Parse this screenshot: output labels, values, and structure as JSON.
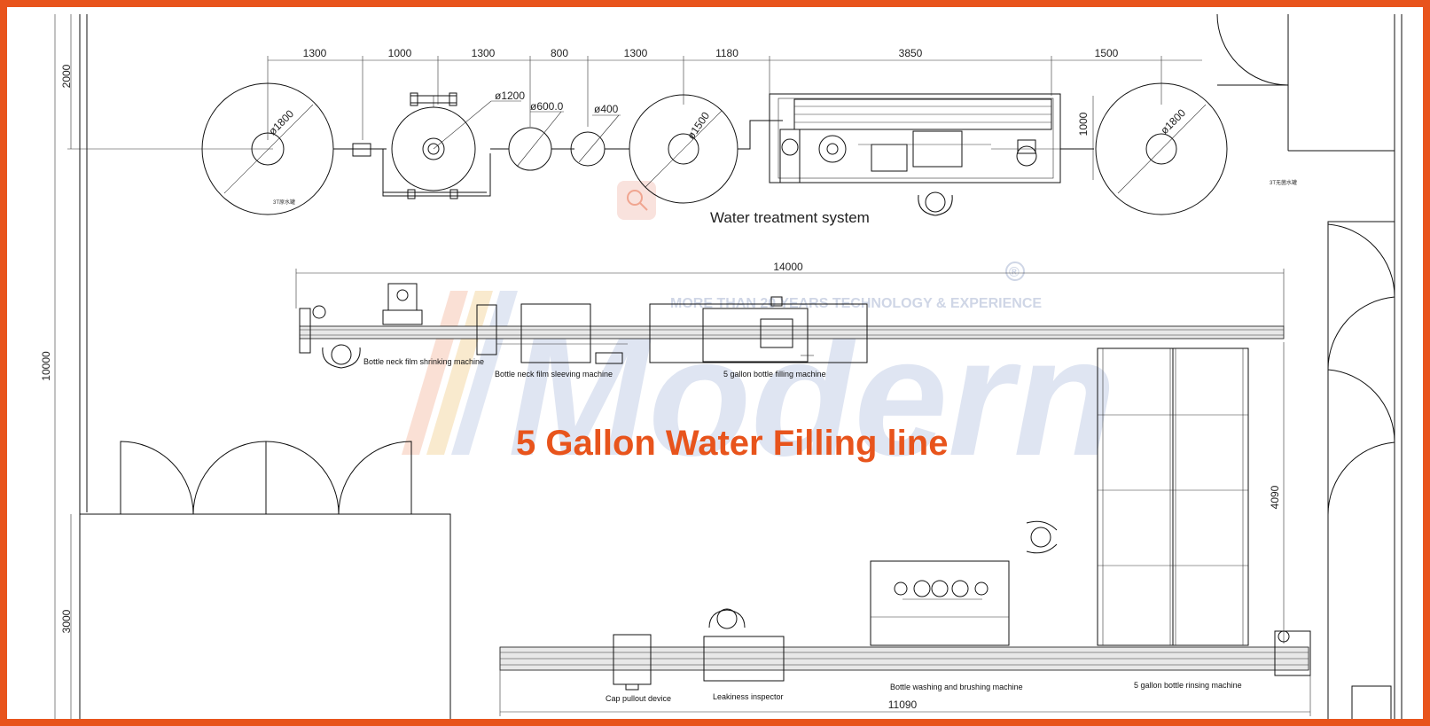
{
  "title": "5 Gallon Water Filling line",
  "watermark": {
    "brand": "Modern",
    "slogan": "MORE THAN 20 YEARS TECHNOLOGY & EXPERIENCE",
    "registered": "®"
  },
  "accent_color": "#e8541c",
  "dimensions": {
    "top": [
      "1300",
      "1000",
      "1300",
      "800",
      "1300",
      "1180",
      "3850",
      "1500"
    ],
    "left_top": "2000",
    "left_mid": "10000",
    "left_bottom": "3000",
    "line_length": "14000",
    "rinse_depth": "4090",
    "bottom_length": "11090",
    "treatment_height": "1000"
  },
  "tanks": {
    "raw_tank_dia": "ø1800",
    "sand_filter_dia": "ø1200",
    "carbon_filter_dia": "ø600.0",
    "softener_dia": "ø400",
    "middle_tank_dia": "ø1500",
    "pure_tank_dia": "ø1800",
    "raw_tank_label": "3T原水罐",
    "pure_tank_label": "3T无菌水罐"
  },
  "labels": {
    "water_treatment": "Water treatment system",
    "shrinking": "Bottle neck film shrinking machine",
    "sleeving": "Bottle neck film sleeving machine",
    "filling": "5 gallon bottle filling machine",
    "washing": "Bottle washing and brushing machine",
    "rinsing": "5  gallon bottle rinsing machine",
    "cap_pullout": "Cap pullout device",
    "leakiness": "Leakiness inspector"
  }
}
